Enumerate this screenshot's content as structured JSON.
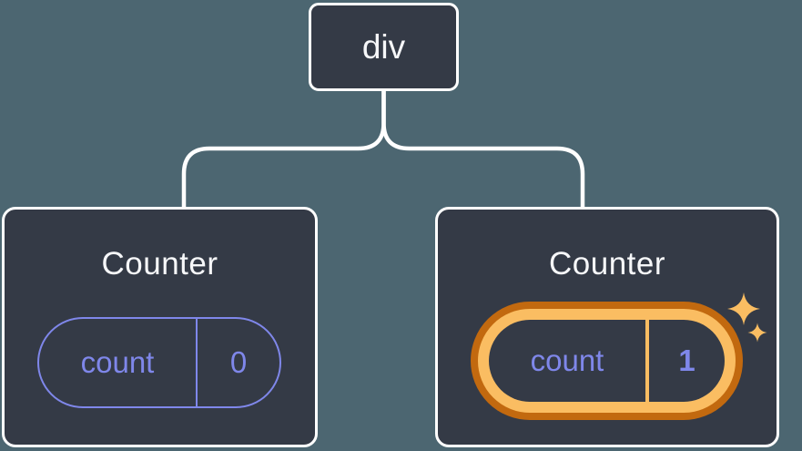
{
  "root": {
    "label": "div"
  },
  "children": [
    {
      "title": "Counter",
      "state": {
        "key": "count",
        "value": "0"
      },
      "highlighted": false
    },
    {
      "title": "Counter",
      "state": {
        "key": "count",
        "value": "1"
      },
      "highlighted": true
    }
  ],
  "icons": {
    "sparkles": "✨ two four-point stars"
  },
  "colors": {
    "background": "#4C6671",
    "card_fill": "#343A46",
    "card_border": "#FFFFFF",
    "line": "#FFFFFF",
    "text_primary": "#F6F7F9",
    "state_purple": "#7F87EA",
    "highlight_orange_dark": "#C2690F",
    "highlight_orange_light": "#FABD62"
  }
}
